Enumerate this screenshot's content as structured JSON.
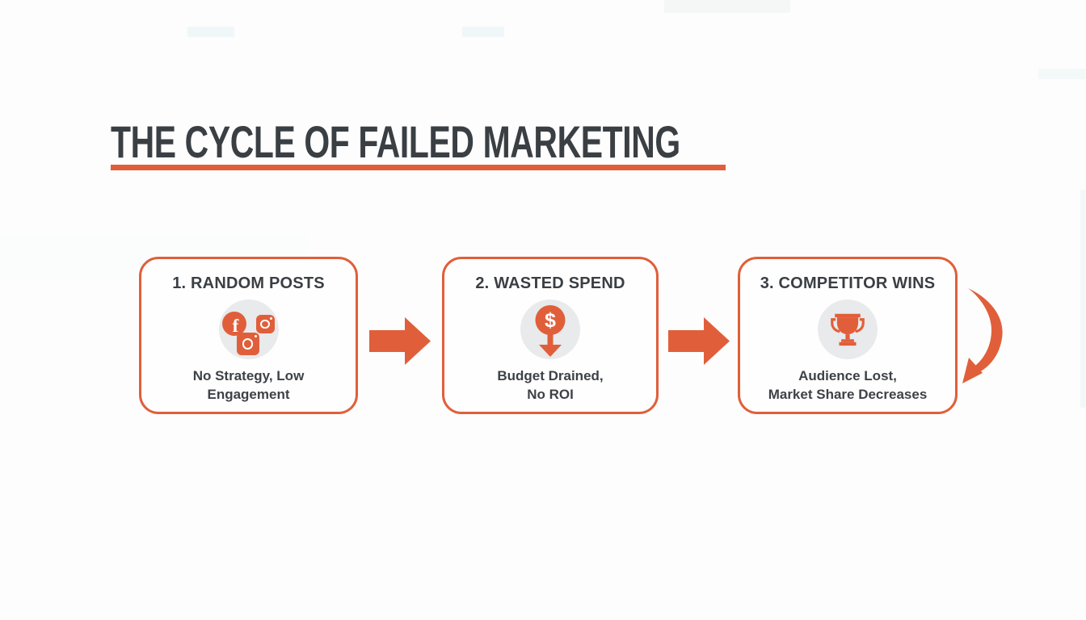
{
  "header": {
    "title": "THE CYCLE OF FAILED MARKETING"
  },
  "colors": {
    "accent_orange": "#e05f3a",
    "title_text": "#3a3f44",
    "caption_text": "#3d4248",
    "icon_circle_bg": "#e8eaec",
    "box_border": "#e05f3a",
    "background": "#fdfdfd"
  },
  "steps": [
    {
      "title": "1. RANDOM POSTS",
      "icon": "social-media-icons",
      "icon_glyphs": {
        "facebook": "f"
      },
      "caption_line1": "No Strategy, Low",
      "caption_line2": "Engagement"
    },
    {
      "title": "2. WASTED SPEND",
      "icon": "dollar-down-arrow-icon",
      "icon_glyphs": {
        "dollar": "$"
      },
      "caption_line1": "Budget Drained,",
      "caption_line2": "No ROI"
    },
    {
      "title": "3. COMPETITOR WINS",
      "icon": "trophy-icon",
      "caption_line1": "Audience Lost,",
      "caption_line2": "Market Share Decreases"
    }
  ],
  "connectors": {
    "step1_to_step2": "arrow-right",
    "step2_to_step3": "arrow-right",
    "step3_cycle": "curved-arrow-down"
  }
}
